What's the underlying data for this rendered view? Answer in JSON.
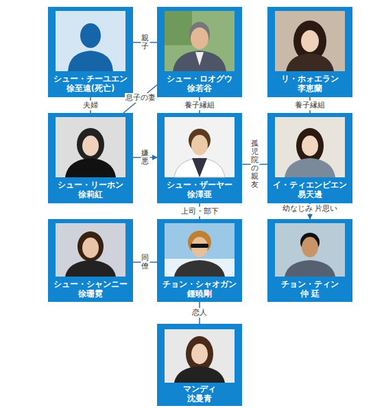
{
  "diagram": {
    "nodes": [
      {
        "text": [
          "シュー・チーユエン",
          "徐至遠(死亡)"
        ]
      },
      {
        "text": [
          "シュー・ロオグウ",
          "徐若谷"
        ]
      },
      {
        "text": [
          "リ・ホォエラン",
          "李恵蘭"
        ]
      },
      {
        "text": [
          "シュー・リーホン",
          "徐莉紅"
        ]
      },
      {
        "text": [
          "シュー・ザーヤー",
          "徐澤亜"
        ]
      },
      {
        "text": [
          "イ・ティエンビエン",
          "易天邊"
        ]
      },
      {
        "text": [
          "シュー・シャンニー",
          "徐珊霓"
        ]
      },
      {
        "text": [
          "チョン・シャオガン",
          "鍾暁剛"
        ]
      },
      {
        "text": [
          "チョン・ティン",
          "仲 廷"
        ]
      },
      {
        "text": [
          "マンディ",
          "沈曼青"
        ]
      }
    ],
    "edges": [
      {
        "from": 0,
        "to": 1,
        "label": "親子",
        "arrow": "none"
      },
      {
        "from": 0,
        "to": 3,
        "label": "夫婦",
        "arrow": "none"
      },
      {
        "from": 3,
        "to": 1,
        "label": "息子の妻",
        "arrow": "none"
      },
      {
        "from": 1,
        "to": 4,
        "label": "養子縁組",
        "arrow": "none"
      },
      {
        "from": 2,
        "to": 5,
        "label": "養子縁組",
        "arrow": "none"
      },
      {
        "from": 3,
        "to": 4,
        "label": "嫌悪",
        "arrow": "to"
      },
      {
        "from": 4,
        "to": 5,
        "label": "孤児院の親友",
        "arrow": "none"
      },
      {
        "from": 4,
        "to": 7,
        "label": "上司・部下",
        "arrow": "none"
      },
      {
        "from": 5,
        "to": 8,
        "label": "幼なじみ 片思い",
        "arrow": "to"
      },
      {
        "from": 6,
        "to": 7,
        "label": "同僚",
        "arrow": "none"
      },
      {
        "from": 7,
        "to": 9,
        "label": "恋人",
        "arrow": "none"
      }
    ]
  }
}
